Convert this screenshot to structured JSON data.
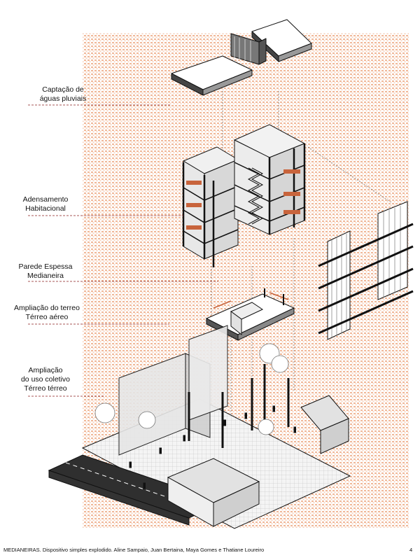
{
  "labels": [
    {
      "id": "captacao",
      "lines": [
        "Captação de",
        "águas pluviais"
      ]
    },
    {
      "id": "adensamento",
      "lines": [
        "Adensamento",
        "Habitacional"
      ]
    },
    {
      "id": "parede",
      "lines": [
        "Parede Espessa",
        "Medianeira"
      ]
    },
    {
      "id": "ampliacao-terreo",
      "lines": [
        "Ampliação do terreo",
        "Térreo aéreo"
      ]
    },
    {
      "id": "ampliacao-uso",
      "lines": [
        "Ampliação",
        "do uso coletivo",
        "Térreo térreo"
      ]
    }
  ],
  "caption": "MEDIANEIRAS. Dispositivo simples explodido. Aline Sampaio, Juan Bertaina, Maya Gomes e Thatiane Loureiro",
  "page_number": "4",
  "colors": {
    "hatch": "#f2c2a8",
    "leader": "#8b1c1c",
    "ink": "#111111",
    "glass": "#dcdcdc",
    "road": "#2f2f2f"
  }
}
